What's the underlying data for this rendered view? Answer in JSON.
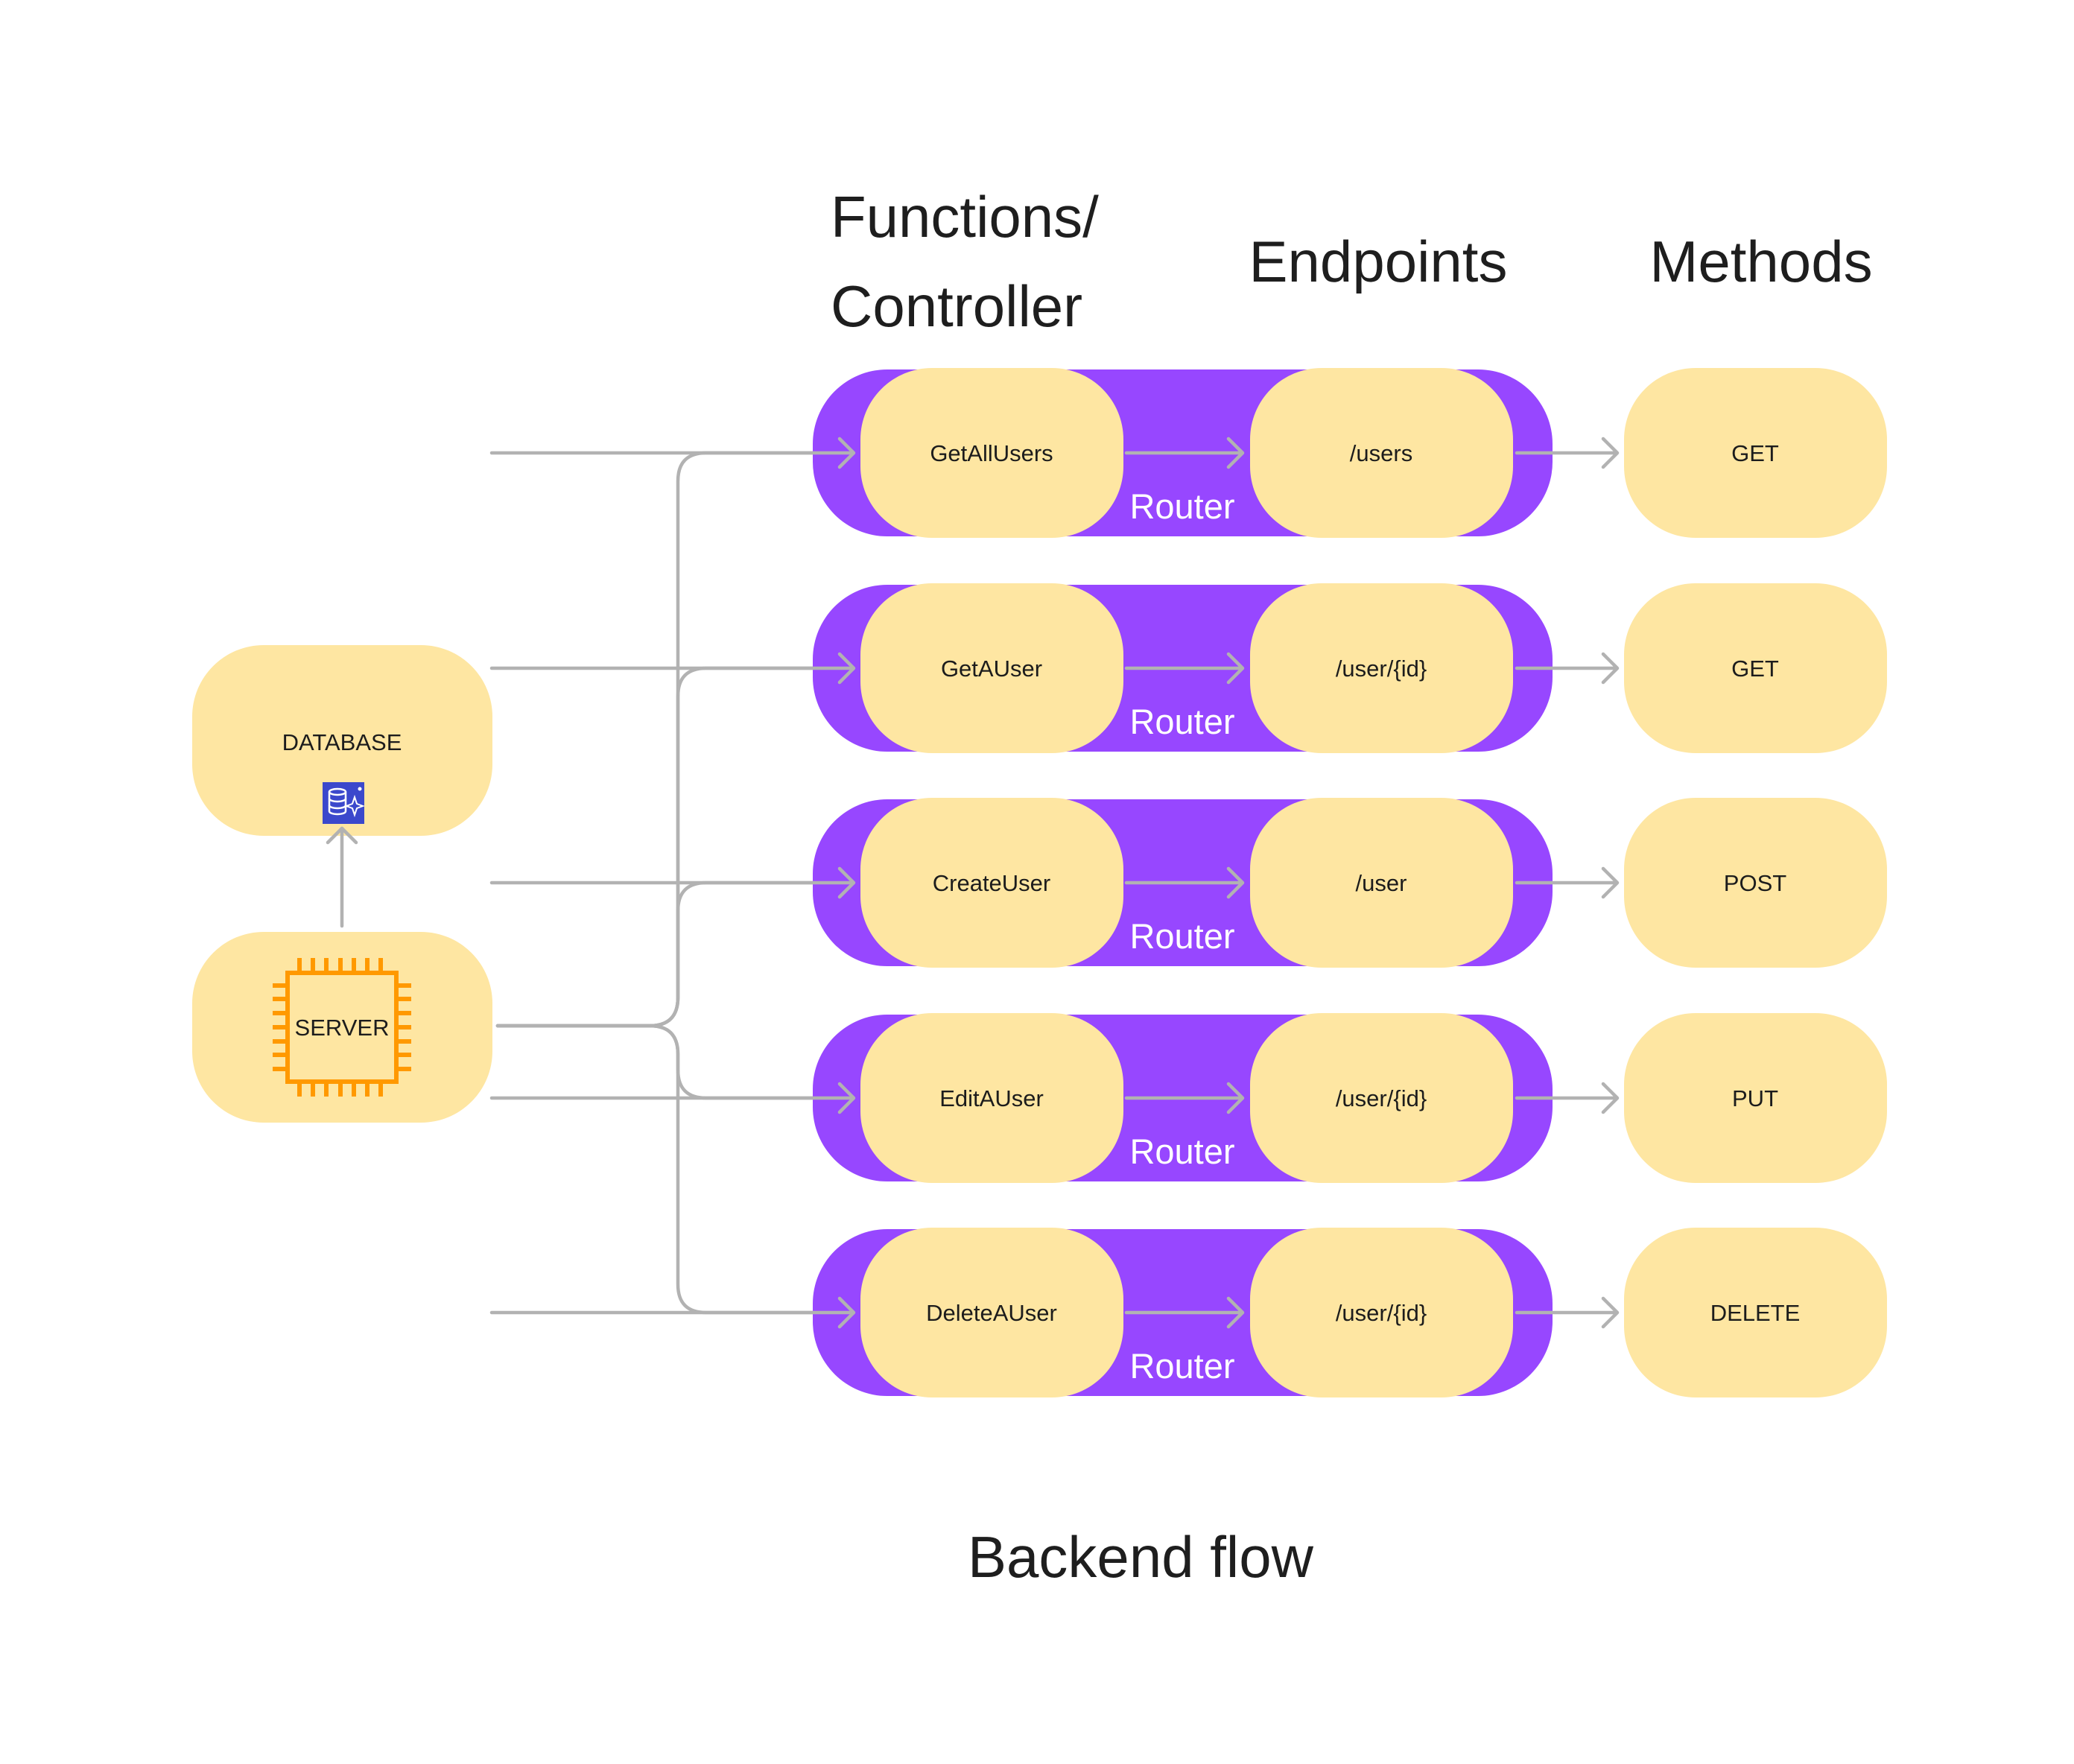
{
  "headings": {
    "functions_line1": "Functions/",
    "functions_line2": "Controller",
    "endpoints": "Endpoints",
    "methods": "Methods"
  },
  "nodes": {
    "database": "DATABASE",
    "server": "SERVER"
  },
  "rows": [
    {
      "function": "GetAllUsers",
      "router": "Router",
      "endpoint": "/users",
      "method": "GET"
    },
    {
      "function": "GetAUser",
      "router": "Router",
      "endpoint": "/user/{id}",
      "method": "GET"
    },
    {
      "function": "CreateUser",
      "router": "Router",
      "endpoint": "/user",
      "method": "POST"
    },
    {
      "function": "EditAUser",
      "router": "Router",
      "endpoint": "/user/{id}",
      "method": "PUT"
    },
    {
      "function": "DeleteAUser",
      "router": "Router",
      "endpoint": "/user/{id}",
      "method": "DELETE"
    }
  ],
  "footer": {
    "title": "Backend flow"
  },
  "icons": {
    "database": "database-sparkle-icon",
    "server": "cpu-chip-icon"
  },
  "colors": {
    "node_fill": "#fee6a2",
    "router_fill": "#9747ff",
    "connector": "#b2b2b2",
    "chip": "#ff9900",
    "db_icon_bg": "#3b48cc"
  }
}
